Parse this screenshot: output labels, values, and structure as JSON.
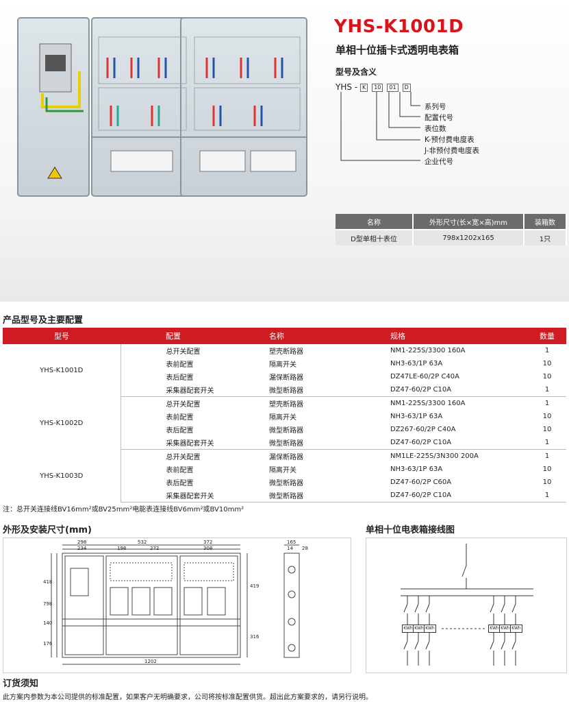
{
  "header": {
    "title": "YHS-K1001D",
    "subtitle": "单相十位插卡式透明电表箱",
    "model_section_title": "型号及含义",
    "model_code": {
      "prefix": "YHS -",
      "boxes": [
        "K",
        "10",
        "01",
        "D"
      ]
    },
    "meanings": [
      "系列号",
      "配置代号",
      "表位数",
      "K-预付费电度表",
      "J-非预付费电度表",
      "企业代号"
    ]
  },
  "spec_table": {
    "headers": [
      "名称",
      "外形尺寸(长×宽×高)mm",
      "装箱数"
    ],
    "row": [
      "D型单相十表位",
      "798x1202x165",
      "1只"
    ]
  },
  "config_section": {
    "title": "产品型号及主要配置",
    "headers": [
      "型号",
      "配置",
      "名称",
      "规格",
      "数量"
    ],
    "groups": [
      {
        "model": "YHS-K1001D",
        "rows": [
          [
            "总开关配置",
            "塑壳断路器",
            "NM1-225S/3300 160A",
            "1"
          ],
          [
            "表前配置",
            "隔离开关",
            "NH3-63/1P 63A",
            "10"
          ],
          [
            "表后配置",
            "漏保断路器",
            "DZ47LE-60/2P C40A",
            "10"
          ],
          [
            "采集器配套开关",
            "微型断路器",
            "DZ47-60/2P C10A",
            "1"
          ]
        ]
      },
      {
        "model": "YHS-K1002D",
        "rows": [
          [
            "总开关配置",
            "塑壳断路器",
            "NM1-225S/3300 160A",
            "1"
          ],
          [
            "表前配置",
            "隔离开关",
            "NH3-63/1P 63A",
            "10"
          ],
          [
            "表后配置",
            "微型断路器",
            "DZ267-60/2P C40A",
            "10"
          ],
          [
            "采集器配套开关",
            "微型断路器",
            "DZ47-60/2P C10A",
            "1"
          ]
        ]
      },
      {
        "model": "YHS-K1003D",
        "rows": [
          [
            "总开关配置",
            "漏保断路器",
            "NM1LE-225S/3N300 200A",
            "1"
          ],
          [
            "表前配置",
            "隔离开关",
            "NH3-63/1P 63A",
            "10"
          ],
          [
            "表后配置",
            "微型断路器",
            "DZ47-60/2P C60A",
            "10"
          ],
          [
            "采集器配套开关",
            "微型断路器",
            "DZ47-60/2P C10A",
            "1"
          ]
        ]
      }
    ],
    "note": "注：总开关连接线BV16mm²或BV25mm²电能表连接线BV6mm²或BV10mm²"
  },
  "dimensions": {
    "title": "外形及安装尺寸(mm)",
    "top_labels": [
      "298",
      "234",
      "532",
      "198",
      "272",
      "372",
      "308"
    ],
    "left_labels": [
      "418",
      "798",
      "140",
      "176"
    ],
    "right_labels": [
      "419",
      "316"
    ],
    "bottom_label": "1202",
    "side_labels": [
      "165",
      "14",
      "28"
    ]
  },
  "wiring": {
    "title": "单相十位电表箱接线图",
    "meter_label": "KWh"
  },
  "footer": {
    "title": "订货须知",
    "text": "此方案内参数为本公司提供的标准配置，如果客户无明确要求，公司将按标准配置供货。超出此方案要求的，请另行说明。"
  },
  "colors": {
    "brand_red": "#d8141a",
    "table_header_red": "#cf1b22",
    "spec_header_gray": "#6b6b6b"
  }
}
